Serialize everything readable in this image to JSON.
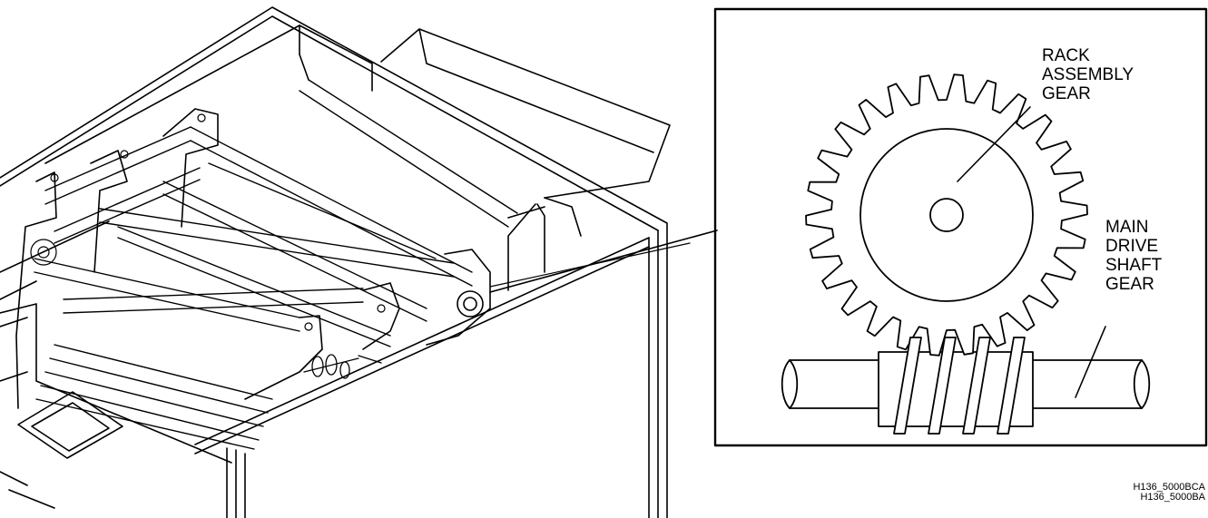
{
  "labels": {
    "rack_gear": [
      "RACK",
      "ASSEMBLY",
      "GEAR"
    ],
    "main_drive": [
      "MAIN",
      "DRIVE",
      "SHAFT",
      "GEAR"
    ]
  },
  "figure_ids": [
    "H136_5000BCA",
    "H136_5000BA"
  ],
  "gear": {
    "teeth": 26
  },
  "worm": {
    "threads": 4
  }
}
